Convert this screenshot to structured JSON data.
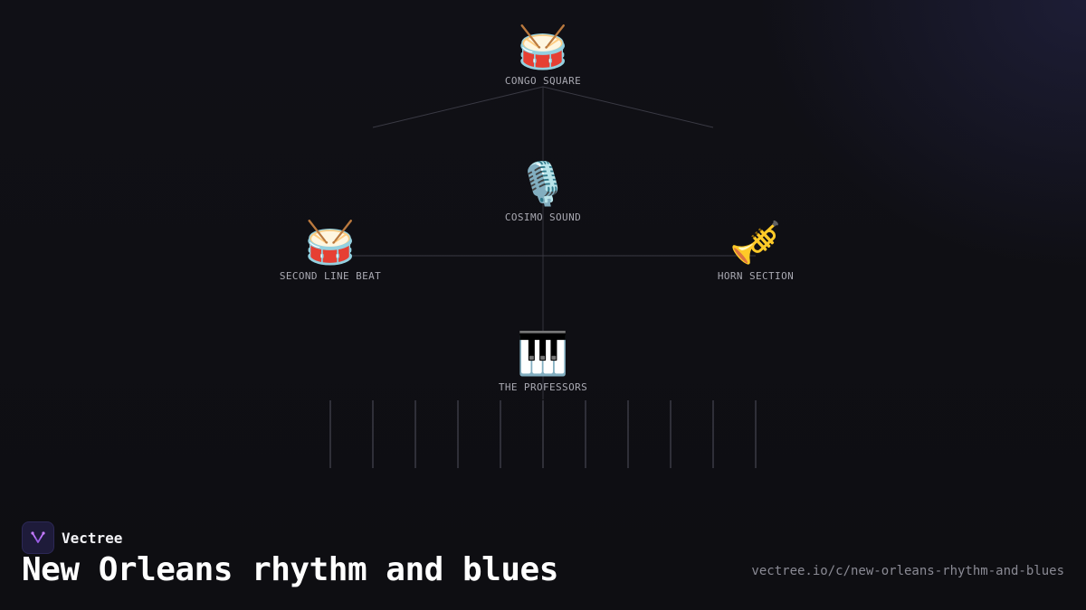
{
  "diagram": {
    "nodes": [
      {
        "id": "congo-square",
        "label": "CONGO SQUARE",
        "icon": "🥁",
        "icon_name": "drum-icon"
      },
      {
        "id": "cosimo-sound",
        "label": "COSIMO SOUND",
        "icon": "🎙️",
        "icon_name": "microphone-icon"
      },
      {
        "id": "second-line-beat",
        "label": "SECOND LINE BEAT",
        "icon": "🥁",
        "icon_name": "drum-icon"
      },
      {
        "id": "horn-section",
        "label": "HORN SECTION",
        "icon": "🎺",
        "icon_name": "trumpet-icon"
      },
      {
        "id": "the-professors",
        "label": "THE PROFESSORS",
        "icon": "🎹",
        "icon_name": "piano-keyboard-icon"
      }
    ]
  },
  "footer": {
    "brand_name": "Vectree",
    "brand_icon": "vectree-logo-icon",
    "title": "New Orleans rhythm and blues",
    "url": "vectree.io/c/new-orleans-rhythm-and-blues"
  },
  "colors": {
    "background": "#0f0f13",
    "line": "#3a3a44",
    "brand_accent": "#9b5de5"
  }
}
